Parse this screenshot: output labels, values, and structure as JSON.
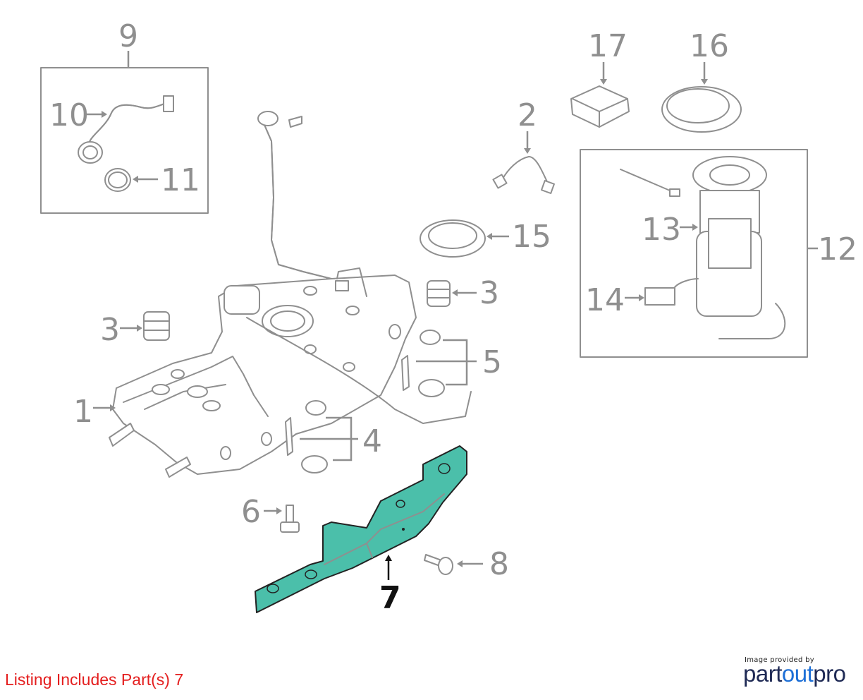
{
  "diagram": {
    "callouts": [
      {
        "id": "1",
        "label": "1"
      },
      {
        "id": "2",
        "label": "2"
      },
      {
        "id": "3a",
        "label": "3"
      },
      {
        "id": "3b",
        "label": "3"
      },
      {
        "id": "4",
        "label": "4"
      },
      {
        "id": "5",
        "label": "5"
      },
      {
        "id": "6",
        "label": "6"
      },
      {
        "id": "7",
        "label": "7"
      },
      {
        "id": "8",
        "label": "8"
      },
      {
        "id": "9",
        "label": "9"
      },
      {
        "id": "10",
        "label": "10"
      },
      {
        "id": "11",
        "label": "11"
      },
      {
        "id": "12",
        "label": "12"
      },
      {
        "id": "13",
        "label": "13"
      },
      {
        "id": "14",
        "label": "14"
      },
      {
        "id": "15",
        "label": "15"
      },
      {
        "id": "16",
        "label": "16"
      },
      {
        "id": "17",
        "label": "17"
      }
    ],
    "highlighted_part": "7",
    "highlight_color": "#4bbfaa",
    "line_color": "#8f8f8f"
  },
  "footer": {
    "listing_text": "Listing Includes Part(s) 7",
    "credit_text": "Image provided by",
    "brand_part1": "part",
    "brand_part2": "out",
    "brand_part3": "pro"
  }
}
